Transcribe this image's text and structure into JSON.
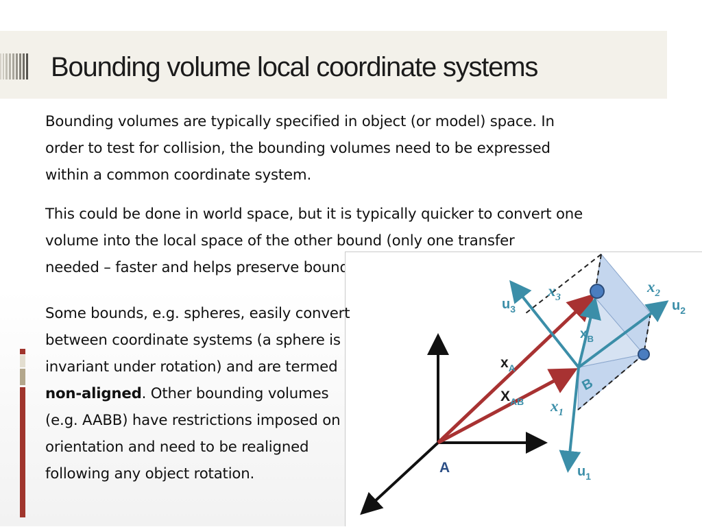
{
  "slide": {
    "title": "Bounding volume local coordinate systems",
    "para1": {
      "line1": "Bounding volumes are typically specified in object (or model) space. In",
      "line2": "order to test for collision, the bounding volumes need to be expressed",
      "line3": "within a common coordinate system."
    },
    "para2": {
      "line1": "This could be done in world space, but it is typically quicker to convert one",
      "line2": "volume into the local space of the other bound (only one transfer",
      "line3": "needed – faster and helps preserve bound accuracy)."
    },
    "para3": {
      "line1": "Some bounds, e.g. spheres, easily convert",
      "line2": "between coordinate systems (a sphere is",
      "line3": "invariant under rotation) and are termed",
      "line4_bold": "non-aligned",
      "line4_rest": ". Other bounding volumes",
      "line5": "(e.g. AABB) have restrictions imposed on",
      "line6": "orientation and need to be realigned",
      "line7": "following any object rotation."
    }
  },
  "figure": {
    "label_u1": "u",
    "label_u1_sub": "1",
    "label_u2": "u",
    "label_u2_sub": "2",
    "label_u3": "u",
    "label_u3_sub": "3",
    "label_x1": "x",
    "label_x1_sub": "1",
    "label_x2": "x",
    "label_x2_sub": "2",
    "label_x3": "x",
    "label_x3_sub": "3",
    "label_xB": "x",
    "label_xB_sub": "B",
    "label_xA": "x",
    "label_xA_sub": "A",
    "label_XAB": "X",
    "label_XAB_sub": "AB",
    "label_A": "A",
    "label_B": "B"
  },
  "colors": {
    "accent_red": "#a0352d",
    "accent_tan": "#b3a78c",
    "accent_beige": "#e3ded0",
    "teal": "#3b8ea8",
    "arrow_red": "#a83232",
    "box_fill": "#c4d6ee"
  }
}
